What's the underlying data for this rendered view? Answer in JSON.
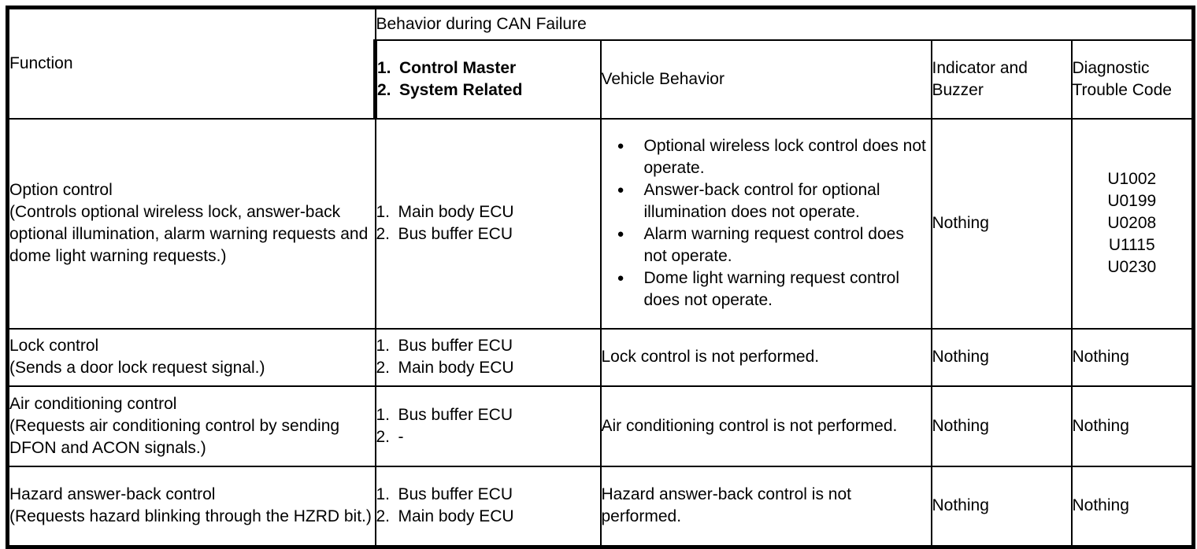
{
  "table": {
    "header": {
      "function": "Function",
      "behavior_group": "Behavior during CAN Failure",
      "master": [
        {
          "num": "1.",
          "text": "Control Master"
        },
        {
          "num": "2.",
          "text": "System Related"
        }
      ],
      "vehicle_behavior": "Vehicle Behavior",
      "indicator": "Indicator and Buzzer",
      "dtc": "Diagnostic Trouble Code"
    },
    "rows": [
      {
        "function_title": "Option control",
        "function_desc": "(Controls optional wireless lock, answer-back optional illumination, alarm warning requests and dome light warning requests.)",
        "master": [
          {
            "num": "1.",
            "text": "Main body ECU"
          },
          {
            "num": "2.",
            "text": "Bus buffer ECU"
          }
        ],
        "bullets": [
          "Optional wireless lock control does not operate.",
          "Answer-back control for optional illumination does not operate.",
          "Alarm warning request control does not operate.",
          "Dome light warning request control does not operate."
        ],
        "indicator": "Nothing",
        "dtc_codes": [
          "U1002",
          "U0199",
          "U0208",
          "U1115",
          "U0230"
        ]
      },
      {
        "function_title": "Lock control",
        "function_desc": "(Sends a door lock request signal.)",
        "master": [
          {
            "num": "1.",
            "text": "Bus buffer ECU"
          },
          {
            "num": "2.",
            "text": "Main body ECU"
          }
        ],
        "behavior": "Lock control is not performed.",
        "indicator": "Nothing",
        "dtc": "Nothing"
      },
      {
        "function_title": "Air conditioning control",
        "function_desc": "(Requests air conditioning control by sending DFON and ACON signals.)",
        "master": [
          {
            "num": "1.",
            "text": "Bus buffer ECU"
          },
          {
            "num": "2.",
            "text": "-"
          }
        ],
        "behavior": "Air conditioning control is not performed.",
        "indicator": "Nothing",
        "dtc": "Nothing"
      },
      {
        "function_title": "Hazard answer-back control",
        "function_desc": "(Requests hazard blinking through the HZRD bit.)",
        "master": [
          {
            "num": "1.",
            "text": "Bus buffer ECU"
          },
          {
            "num": "2.",
            "text": "Main body ECU"
          }
        ],
        "behavior": "Hazard answer-back control is not performed.",
        "indicator": "Nothing",
        "dtc": "Nothing"
      }
    ],
    "colors": {
      "border": "#000000",
      "text": "#000000",
      "background": "#ffffff",
      "bullet_glyph": "●"
    }
  }
}
